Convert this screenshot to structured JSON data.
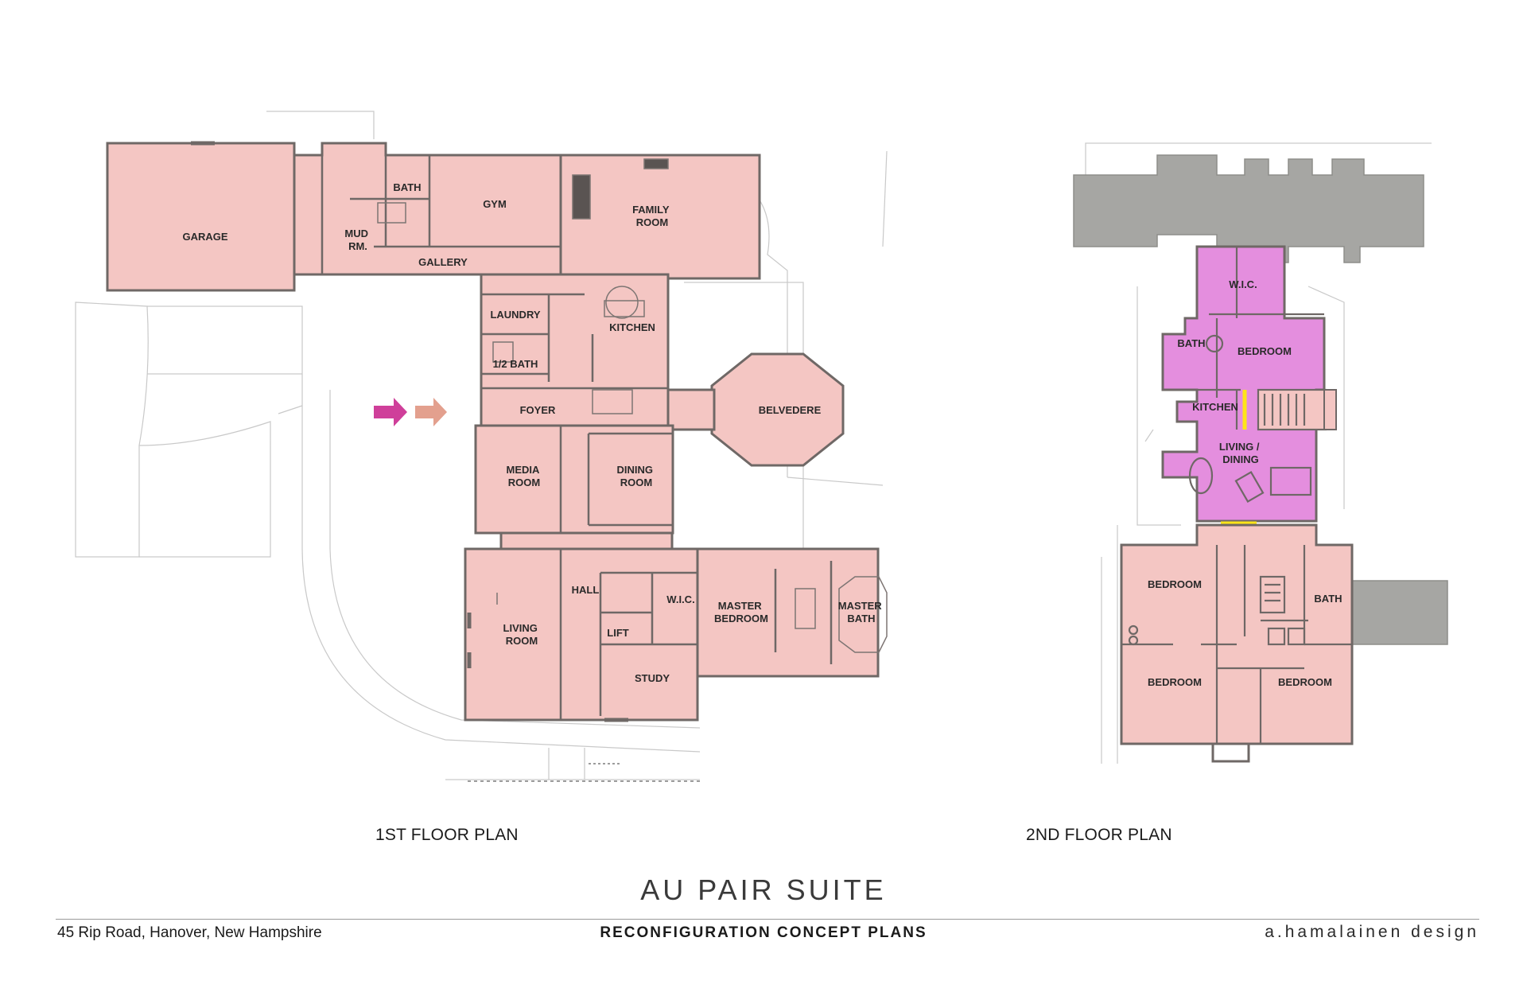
{
  "sheet": {
    "title": "AU PAIR SUITE",
    "address": "45 Rip Road, Hanover, New Hampshire",
    "subtitle": "RECONFIGURATION CONCEPT PLANS",
    "designer": "a.hamalainen design"
  },
  "plans": {
    "first": {
      "title": "1ST FLOOR PLAN",
      "rooms": {
        "garage": "GARAGE",
        "mud_room": [
          "MUD",
          "RM."
        ],
        "bath": "BATH",
        "gym": "GYM",
        "gallery": "GALLERY",
        "family_room": [
          "FAMILY",
          "ROOM"
        ],
        "laundry": "LAUNDRY",
        "half_bath": "1/2 BATH",
        "kitchen": "KITCHEN",
        "foyer": "FOYER",
        "belvedere": "BELVEDERE",
        "media_room": [
          "MEDIA",
          "ROOM"
        ],
        "dining_room": [
          "DINING",
          "ROOM"
        ],
        "hall": "HALL",
        "wic": "W.I.C.",
        "master_bedroom": [
          "MASTER",
          "BEDROOM"
        ],
        "master_bath": [
          "MASTER",
          "BATH"
        ],
        "lift": "LIFT",
        "living_room": [
          "LIVING",
          "ROOM"
        ],
        "study": "STUDY"
      }
    },
    "second": {
      "title": "2ND FLOOR PLAN",
      "rooms": {
        "wic": "W.I.C.",
        "bath": "BATH",
        "bedroom_suite": "BEDROOM",
        "kitchen": "KITCHEN",
        "living_dining": [
          "LIVING /",
          "DINING"
        ],
        "bedroom_nw": "BEDROOM",
        "bath_e": "BATH",
        "bedroom_sw": "BEDROOM",
        "bedroom_se": "BEDROOM"
      }
    }
  },
  "colors": {
    "existing_fill": "#f4c6c3",
    "suite_fill": "#e48ede",
    "roof_gray": "#a6a6a3",
    "wall": "#6f6866",
    "highlight": "#ffe419",
    "arrow_new": "#cf3f9a",
    "arrow_existing": "#e3a08e"
  }
}
